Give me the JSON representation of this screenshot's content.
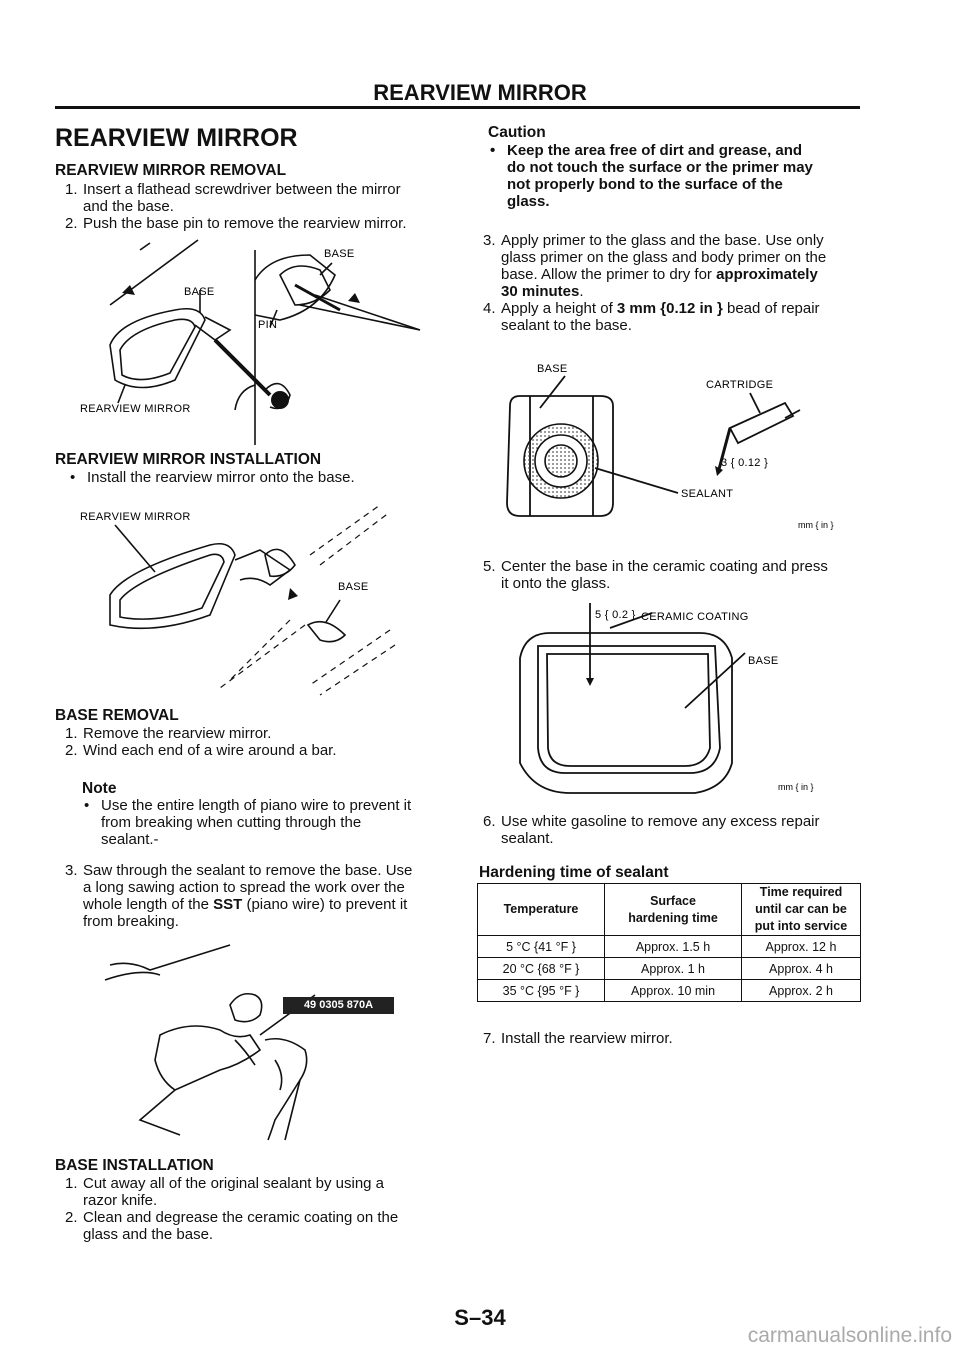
{
  "header": {
    "title": "REARVIEW MIRROR"
  },
  "left": {
    "main_heading": "REARVIEW MIRROR",
    "removal": {
      "heading": "REARVIEW MIRROR REMOVAL",
      "steps": [
        {
          "n": "1.",
          "lines": [
            "Insert a flathead screwdriver between the mirror",
            "and the base."
          ]
        },
        {
          "n": "2.",
          "lines": [
            "Push the base pin to remove the rearview mirror."
          ]
        }
      ],
      "fig_labels": {
        "base1": "BASE",
        "base2": "BASE",
        "pin": "PIN",
        "mirror": "REARVIEW MIRROR"
      }
    },
    "installation": {
      "heading": "REARVIEW MIRROR INSTALLATION",
      "bullet": "Install the rearview mirror onto the base.",
      "fig_labels": {
        "mirror": "REARVIEW MIRROR",
        "base": "BASE"
      }
    },
    "base_removal": {
      "heading": "BASE REMOVAL",
      "steps": [
        {
          "n": "1.",
          "text": "Remove the rearview mirror."
        },
        {
          "n": "2.",
          "text": "Wind each end of a wire around a bar."
        }
      ],
      "note_heading": "Note",
      "note_lines": [
        "Use the entire length of piano wire to prevent it",
        "from breaking when cutting through the",
        "sealant.-"
      ],
      "step3": {
        "n": "3.",
        "l1": "Saw through the sealant to remove the base. Use",
        "l2": "a long sawing action to spread the work over the",
        "l3a": "whole length of the ",
        "sst": "SST",
        "l3b": " (piano wire) to prevent it",
        "l4": "from breaking."
      },
      "tool_number": "49 0305 870A"
    },
    "base_installation": {
      "heading": "BASE INSTALLATION",
      "steps": [
        {
          "n": "1.",
          "lines": [
            "Cut away all of the original sealant by using a",
            "razor knife."
          ]
        },
        {
          "n": "2.",
          "lines": [
            "Clean and degrease the ceramic coating on the",
            "glass and the base."
          ]
        }
      ]
    }
  },
  "right": {
    "caution_heading": "Caution",
    "caution_lines": [
      "Keep the area free of dirt and grease, and",
      "do not touch the surface or the primer may",
      "not properly bond to the surface of the",
      "glass."
    ],
    "step3": {
      "n": "3.",
      "l1": "Apply primer to the glass and the base. Use only",
      "l2": "glass primer on the glass and body primer on the",
      "l3a": "base. Allow the primer to dry for ",
      "l3b": "approximately",
      "l4": "30 minutes",
      "l4b": "."
    },
    "step4": {
      "n": "4.",
      "l1a": "Apply a height of ",
      "l1b": "3 mm {0.12 in }",
      "l1c": " bead of repair",
      "l2": "sealant to the base."
    },
    "fig1_labels": {
      "base": "BASE",
      "cartridge": "CARTRIDGE",
      "dim": "3 { 0.12 }",
      "sealant": "SEALANT",
      "unit": "mm { in }"
    },
    "step5": {
      "n": "5.",
      "lines": [
        "Center the base in the ceramic coating and press",
        "it onto the glass."
      ]
    },
    "fig2_labels": {
      "dim": "5 { 0.2 }",
      "coating": "CERAMIC COATING",
      "base": "BASE",
      "unit": "mm { in }"
    },
    "step6": {
      "n": "6.",
      "lines": [
        "Use white gasoline to remove any excess repair",
        "sealant."
      ]
    },
    "table_title": "Hardening time of sealant",
    "table": {
      "headers": [
        "Temperature",
        "Surface\nhardening time",
        "Time required\nuntil car can be\nput into service"
      ],
      "rows": [
        [
          "5 °C {41 °F }",
          "Approx. 1.5 h",
          "Approx. 12 h"
        ],
        [
          "20 °C {68 °F }",
          "Approx. 1 h",
          "Approx. 4 h"
        ],
        [
          "35 °C {95 °F }",
          "Approx. 10 min",
          "Approx. 2 h"
        ]
      ]
    },
    "step7": {
      "n": "7.",
      "text": "Install the rearview mirror."
    }
  },
  "footer": {
    "page_number": "S–34",
    "watermark": "carmanualsonline.info"
  }
}
